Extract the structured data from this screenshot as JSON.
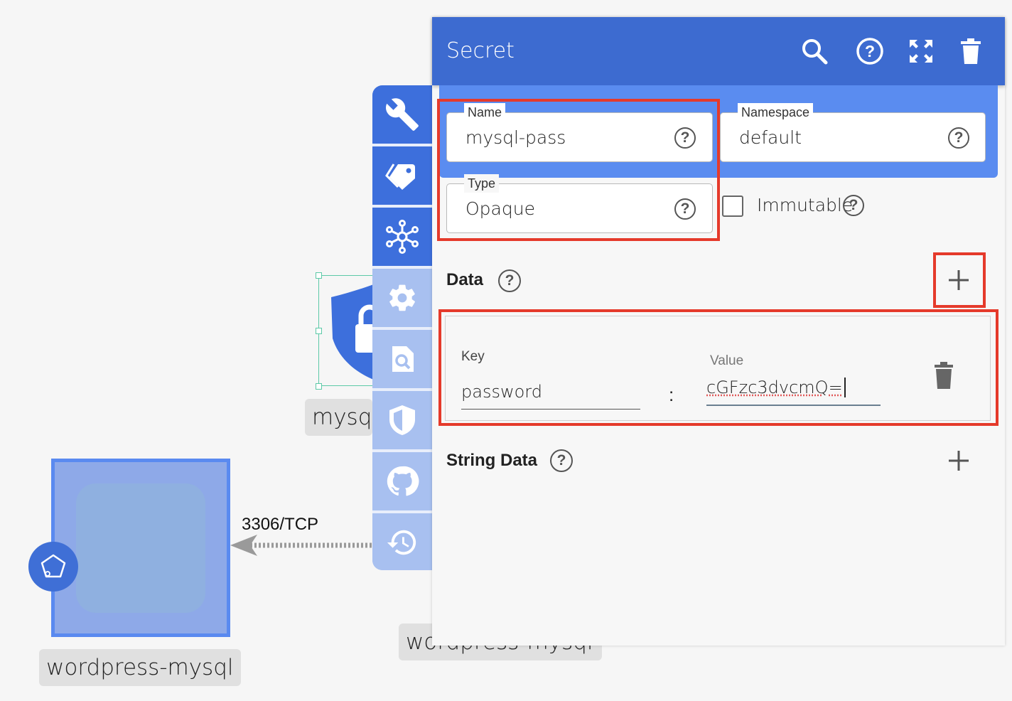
{
  "canvas": {
    "deployment_label": "wordpress-mysql",
    "secret_node_label": "mysql",
    "service_label": "wordpress-mysql",
    "edge_label": "3306/TCP"
  },
  "rail": {
    "items": [
      "wrench-icon",
      "tags-icon",
      "network-icon",
      "gear-icon",
      "document-search-icon",
      "shield-icon",
      "github-icon",
      "history-icon"
    ]
  },
  "panel": {
    "title": "Secret",
    "header_icons": [
      "search-icon",
      "help-icon",
      "fullscreen-icon",
      "trash-icon"
    ],
    "name": {
      "label": "Name",
      "value": "mysql-pass"
    },
    "namespace": {
      "label": "Namespace",
      "value": "default"
    },
    "type": {
      "label": "Type",
      "value": "Opaque"
    },
    "immutable": {
      "label": "Immutable",
      "checked": false
    },
    "data": {
      "title": "Data",
      "entries": [
        {
          "key_label": "Key",
          "key": "password",
          "value_label": "Value",
          "value": "cGFzc3dvcmQ=",
          "separator": ":"
        }
      ]
    },
    "string_data": {
      "title": "String Data"
    },
    "help_glyph": "?"
  },
  "colors": {
    "header": "#3d6bd0",
    "band": "#5a8cf0",
    "rail_active": "#3d6fdc",
    "rail_inactive": "#a8c0f0",
    "highlight": "#e53a2b"
  }
}
